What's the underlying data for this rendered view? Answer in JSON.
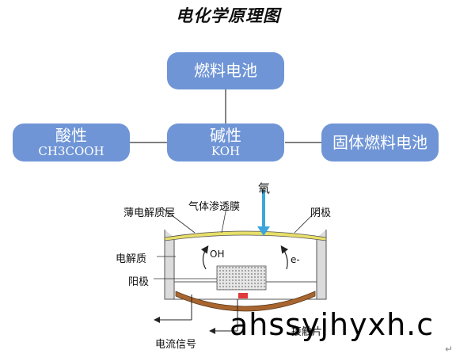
{
  "title": "电化学原理图",
  "nodes": {
    "fuel_cell": "燃料电池",
    "acidic": {
      "label": "酸性",
      "formula": "CH3COOH"
    },
    "alkaline": {
      "label": "碱性",
      "formula": "KOH"
    },
    "solid_fuel_cell": "固体燃料电池"
  },
  "diagram": {
    "thin_electrolyte_layer": "薄电解质层",
    "gas_membrane": "气体渗透膜",
    "oxygen": "氧",
    "cathode": "阴极",
    "electrolyte": "电解质",
    "oh": "OH",
    "electron": "e-",
    "anode": "阳极",
    "current_signal": "电流信号",
    "contact": "接触片"
  },
  "watermark": "ahssyjhyxh.c",
  "return_mark": "↵",
  "colors": {
    "node_fill": "#6f95d6",
    "membrane": "#e8df6a",
    "oxygen_arrow": "#3aa6dc",
    "anode_plate": "#d8d8d8",
    "bottom_plate": "#a9652f",
    "contact": "#e03a3a"
  }
}
